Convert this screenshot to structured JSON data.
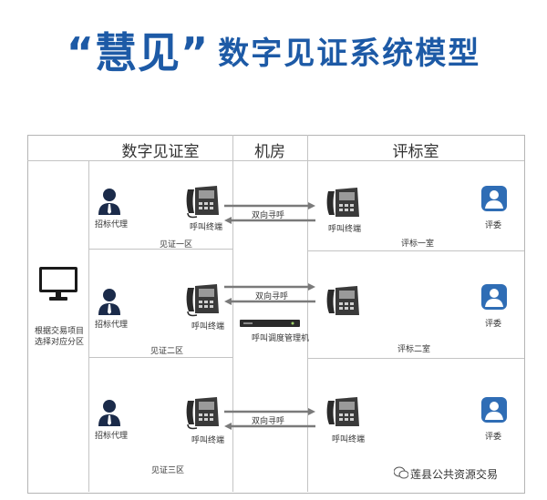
{
  "title": {
    "quote_part": "“慧见”",
    "rest": "数字见证系统模型"
  },
  "headers": {
    "witness_room": "数字见证室",
    "machine_room": "机房",
    "evaluation_room": "评标室"
  },
  "left_panel": {
    "line1": "根据交易项目",
    "line2": "选择对应分区"
  },
  "rows": [
    {
      "agent": "招标代理",
      "terminal_left": "呼叫终端",
      "arrow": "双向寻呼",
      "terminal_right": "呼叫终端",
      "witness_zone": "见证一区",
      "eval_zone": "评标一室",
      "evaluator": "评委"
    },
    {
      "agent": "招标代理",
      "terminal_left": "呼叫终端",
      "arrow": "双向寻呼",
      "terminal_right": "",
      "witness_zone": "见证二区",
      "eval_zone": "评标二室",
      "evaluator": "评委"
    },
    {
      "agent": "招标代理",
      "terminal_left": "呼叫终端",
      "arrow": "双向寻呼",
      "terminal_right": "呼叫终端",
      "witness_zone": "见证三区",
      "eval_zone": "",
      "evaluator": "评委"
    }
  ],
  "dispatcher": "呼叫调度管理机",
  "watermark": "莲县公共资源交易",
  "colors": {
    "title_blue": "#1d5aa6",
    "evaluator_blue": "#2f6db5",
    "agent_navy": "#1b2b4a",
    "arrow_gray": "#7a7a7a"
  },
  "icons": [
    "monitor-icon",
    "person-icon",
    "desk-phone-icon",
    "evaluator-icon",
    "server-rack-icon",
    "double-arrow-icon"
  ]
}
